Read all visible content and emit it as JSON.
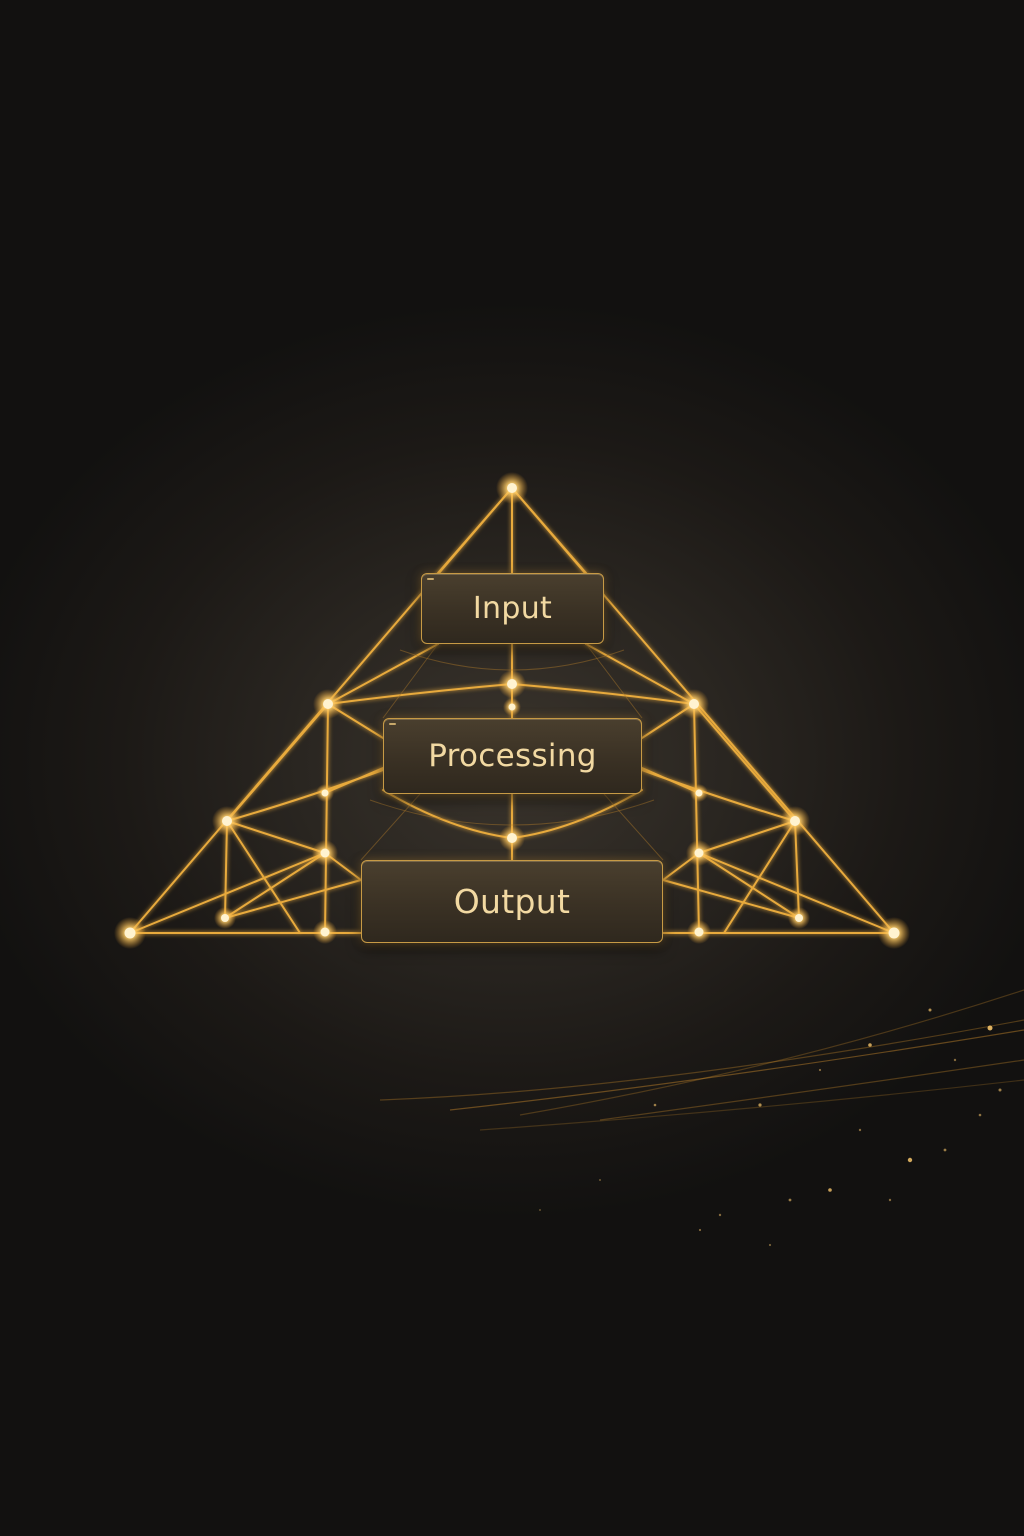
{
  "diagram": {
    "stages": [
      {
        "label": "Input"
      },
      {
        "label": "Processing"
      },
      {
        "label": "Output"
      }
    ]
  },
  "colors": {
    "background": "#151311",
    "line": "#e8aa3c",
    "node_glow": "#ffd27a",
    "box_fill": "#3a3124",
    "box_border": "#c79a45",
    "label_text": "#f2d9a2"
  }
}
